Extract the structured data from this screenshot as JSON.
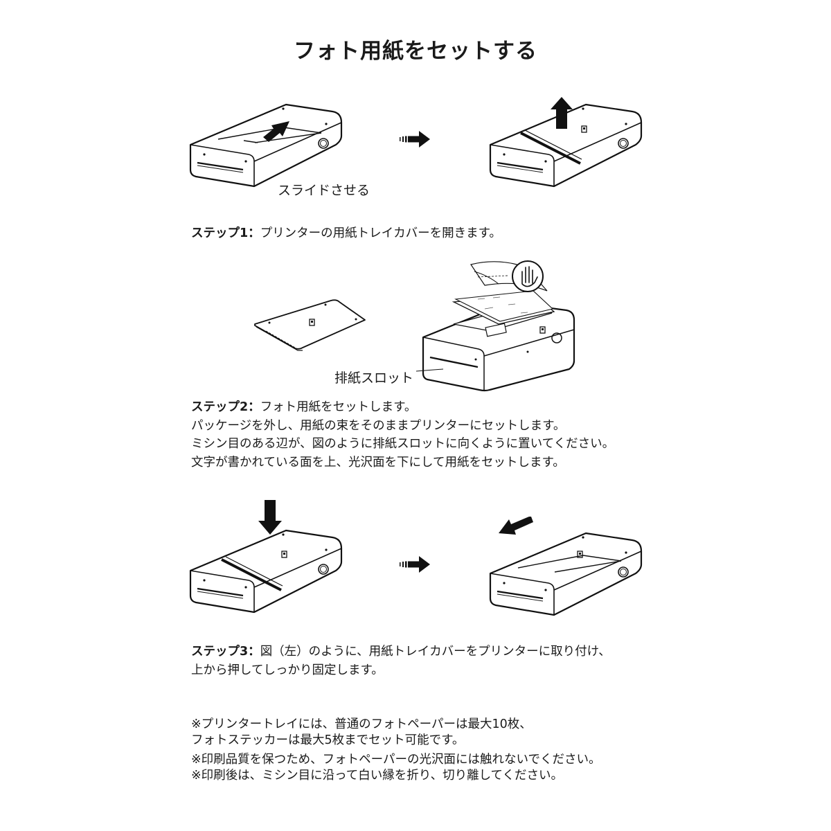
{
  "page": {
    "title": "フォト用紙をセットする"
  },
  "illustrations": {
    "step1": {
      "slide_label": "スライドさせる"
    },
    "step2": {
      "slot_label": "排紙スロット"
    }
  },
  "steps": [
    {
      "label": "ステップ1：",
      "lines": [
        "プリンターの用紙トレイカバーを開きます。"
      ]
    },
    {
      "label": "ステップ2：",
      "lines": [
        "フォト用紙をセットします。",
        "パッケージを外し、用紙の束をそのままプリンターにセットします。",
        "ミシン目のある辺が、図のように排紙スロットに向くように置いてください。",
        "文字が書かれている面を上、光沢面を下にして用紙をセットします。"
      ]
    },
    {
      "label": "ステップ3：",
      "lines": [
        "図（左）のように、用紙トレイカバーをプリンターに取り付け、",
        "上から押してしっかり固定します。"
      ]
    }
  ],
  "notes": [
    "※プリンタートレイには、普通のフォトペーパーは最大10枚、",
    "フォトステッカーは最大5枚までセット可能です。",
    "※印刷品質を保つため、フォトペーパーの光沢面には触れないでください。",
    "※印刷後は、ミシン目に沿って白い縁を折り、切り離してください。"
  ]
}
